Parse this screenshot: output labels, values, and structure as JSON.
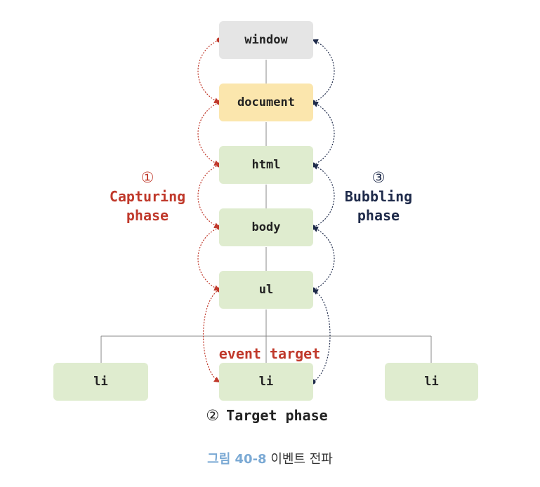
{
  "nodes": {
    "window": "window",
    "document": "document",
    "html": "html",
    "body": "body",
    "ul": "ul",
    "li_left": "li",
    "li_center": "li",
    "li_right": "li"
  },
  "labels": {
    "capturing": {
      "number": "①",
      "line1": "Capturing",
      "line2": "phase"
    },
    "bubbling": {
      "number": "③",
      "line1": "Bubbling",
      "line2": "phase"
    },
    "target": {
      "number": "②",
      "text": "Target phase"
    },
    "event_target": "event target"
  },
  "caption": {
    "figure": "그림 40-8",
    "title": "이벤트 전파"
  },
  "colors": {
    "capture": "#c0392b",
    "bubble": "#1e2a4a",
    "node_green": "#dfeccf",
    "node_gray": "#e5e5e5",
    "node_yellow": "#fbe6ad",
    "connector": "#888888",
    "caption_accent": "#7aa9d4"
  }
}
